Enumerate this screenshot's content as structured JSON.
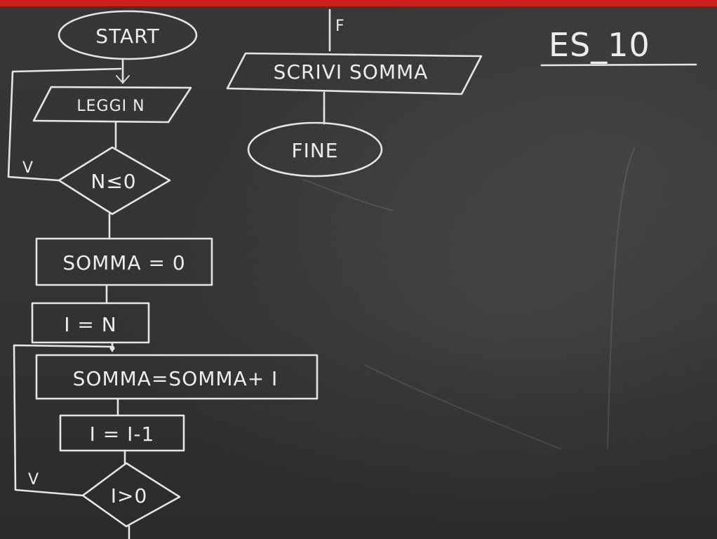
{
  "title": "ES_10",
  "nodes": {
    "start": "START",
    "read_n": "LEGGI N",
    "check_n": "N≤0",
    "sum_init": "SOMMA = 0",
    "i_init": "I = N",
    "sum_update": "SOMMA=SOMMA+ I",
    "i_decrement": "I = I-1",
    "check_i": "I>0",
    "write_sum": "SCRIVI SOMMA",
    "end": "FINE"
  },
  "edge_labels": {
    "n_check_true": "V",
    "i_check_true": "V",
    "i_check_false": "F"
  }
}
